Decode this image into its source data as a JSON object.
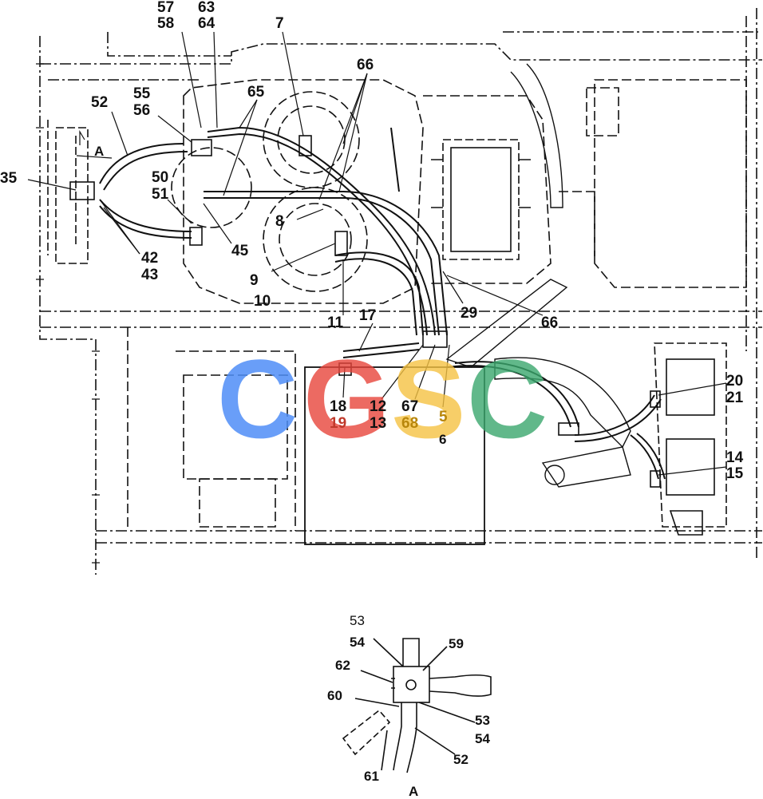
{
  "callouts": {
    "c57": "57",
    "c58": "58",
    "c63": "63",
    "c64": "64",
    "c7": "7",
    "c66a": "66",
    "c52a": "52",
    "c55": "55",
    "c56": "56",
    "c65": "65",
    "view_a": "A",
    "c35": "35",
    "c50": "50",
    "c51": "51",
    "c8": "8",
    "c45": "45",
    "c42": "42",
    "c43": "43",
    "c9": "9",
    "c10": "10",
    "c11": "11",
    "c17": "17",
    "c29": "29",
    "c66b": "66",
    "c18": "18",
    "c19": "19",
    "c12": "12",
    "c13": "13",
    "c67": "67",
    "c68": "68",
    "c5": "5",
    "c6": "6",
    "c20": "20",
    "c21": "21",
    "c14": "14",
    "c15": "15"
  },
  "detail_a": {
    "c53a": "53",
    "c54a": "54",
    "c59": "59",
    "c62": "62",
    "c60": "60",
    "c53b": "53",
    "c54b": "54",
    "c52": "52",
    "c61": "61",
    "view_title": "A"
  },
  "watermark": {
    "letters": [
      "C",
      "G",
      "S",
      "C"
    ],
    "colors": [
      "#4f8ef7",
      "#e8453c",
      "#f6c343",
      "#3aa76d"
    ]
  }
}
